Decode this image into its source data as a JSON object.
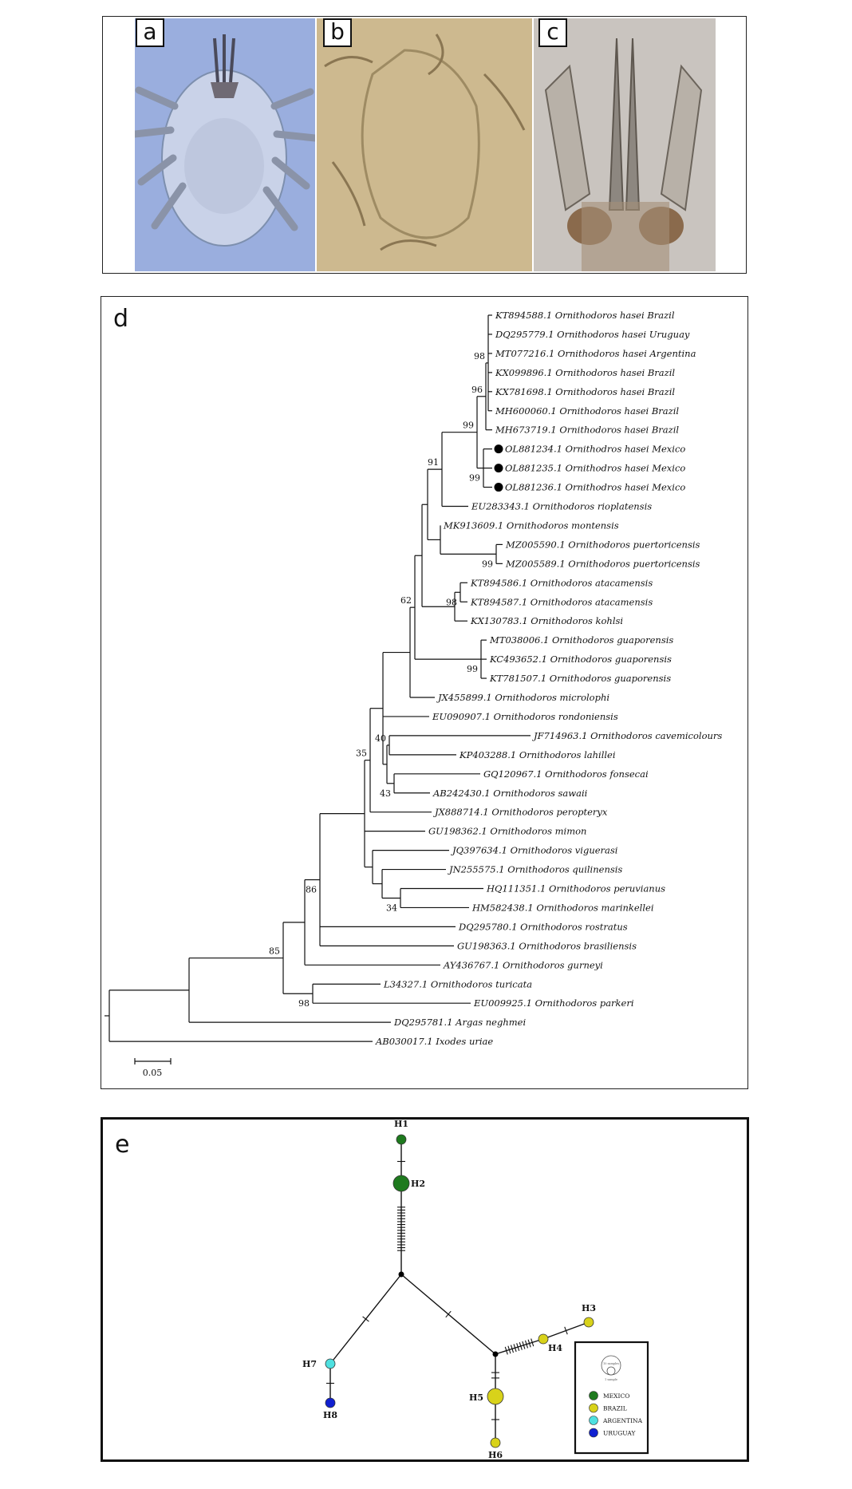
{
  "panel_labels": {
    "a": "a",
    "b": "b",
    "c": "c",
    "d": "d",
    "e": "e"
  },
  "colors": {
    "mexico": "#1e7a1e",
    "brazil": "#d8d21a",
    "argentina": "#4fe0e0",
    "uruguay": "#1020d0",
    "photo_a_bg": "#9aaede",
    "photo_b_bg": "#cdb98f",
    "photo_c_bg": "#c9c4bf"
  },
  "tree": {
    "taxa": [
      "KT894588.1  Ornithodoros hasei Brazil",
      "DQ295779.1  Ornithodoros hasei Uruguay",
      "MT077216.1  Ornithodoros hasei Argentina",
      "KX099896.1  Ornithodoros hasei Brazil",
      "KX781698.1  Ornithodoros hasei Brazil",
      "MH600060.1  Ornithodoros hasei Brazil",
      "MH673719.1  Ornithodoros hasei Brazil",
      "OL881234.1  Ornithodros hasei Mexico",
      "OL881235.1  Ornithodros hasei Mexico",
      "OL881236.1  Ornithodros hasei Mexico",
      "EU283343.1  Ornithodoros rioplatensis",
      "MK913609.1  Ornithodoros montensis",
      "MZ005590.1  Ornithodoros puertoricensis",
      "MZ005589.1  Ornithodoros puertoricensis",
      "KT894586.1  Ornithodoros atacamensis",
      "KT894587.1  Ornithodoros atacamensis",
      "KX130783.1  Ornithodoros kohlsi",
      "MT038006.1  Ornithodoros guaporensis",
      "KC493652.1  Ornithodoros guaporensis",
      "KT781507.1  Ornithodoros guaporensis",
      "JX455899.1  Ornithodoros microlophi",
      "EU090907.1  Ornithodoros rondoniensis",
      "JF714963.1  Ornithodoros cavemicolours",
      "KP403288.1  Ornithodoros lahillei",
      "GQ120967.1  Ornithodoros fonsecai",
      "AB242430.1  Ornithodoros sawaii",
      "JX888714.1  Ornithodoros peropteryx",
      "GU198362.1  Ornithodoros mimon",
      "JQ397634.1  Ornithodoros viguerasi",
      "JN255575.1  Ornithodoros quilinensis",
      "HQ111351.1  Ornithodoros peruvianus",
      "HM582438.1  Ornithodoros marinkellei",
      "DQ295780.1  Ornithodoros rostratus",
      "GU198363.1  Ornithodoros brasiliensis",
      "AY436767.1  Ornithodoros gurneyi",
      "L34327.1  Ornithodoros turicata",
      "EU009925.1  Ornithodoros parkeri",
      "DQ295781.1  Argas neghmei",
      "AB030017.1  Ixodes uriae"
    ],
    "bootstrap": [
      "98",
      "96",
      "99",
      "99",
      "91",
      "99",
      "98",
      "62",
      "99",
      "40",
      "43",
      "35",
      "34",
      "86",
      "85",
      "98"
    ],
    "scale_label": "0.05"
  },
  "network": {
    "haplotypes": [
      "H1",
      "H2",
      "H3",
      "H4",
      "H5",
      "H6",
      "H7",
      "H8"
    ],
    "legend": {
      "size_key_top": "10 samples",
      "size_key_bottom": "1 sample",
      "entries": [
        "MEXICO",
        "BRAZIL",
        "ARGENTINA",
        "URUGUAY"
      ]
    }
  }
}
